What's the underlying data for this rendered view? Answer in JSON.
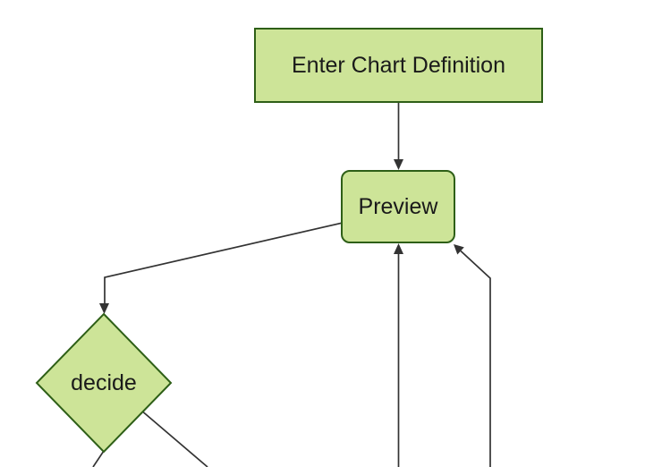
{
  "diagram": {
    "type": "flowchart",
    "orientation": "top-down",
    "theme": {
      "node_fill": "#cde498",
      "node_border": "#2e5f17",
      "edge_color": "#333333",
      "text_color": "#1a1a1a",
      "background": "#ffffff"
    },
    "nodes": [
      {
        "id": "enter",
        "shape": "rectangle",
        "label": "Enter Chart Definition"
      },
      {
        "id": "preview",
        "shape": "rounded-rectangle",
        "label": "Preview"
      },
      {
        "id": "decide",
        "shape": "diamond",
        "label": "decide"
      }
    ],
    "edges": [
      {
        "from": "Enter Chart Definition",
        "to": "Preview",
        "arrowhead": true
      },
      {
        "from": "Preview",
        "to": "decide",
        "arrowhead": true
      },
      {
        "from": "decide",
        "to": "offscreen-bottom-left",
        "arrowhead": false
      },
      {
        "from": "decide",
        "to": "offscreen-bottom-right",
        "arrowhead": false
      },
      {
        "from": "offscreen-bottom",
        "to": "Preview",
        "arrowhead": true
      },
      {
        "from": "offscreen-bottom-right",
        "to": "Preview",
        "arrowhead": true
      }
    ]
  }
}
